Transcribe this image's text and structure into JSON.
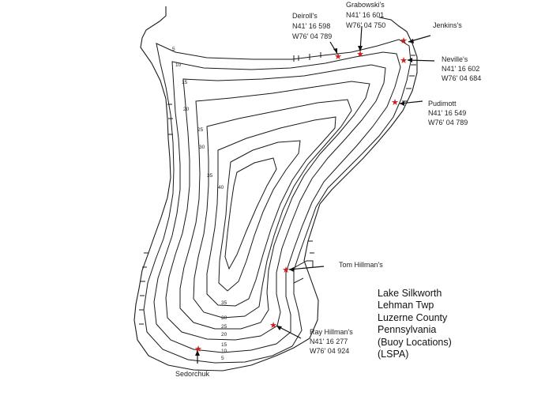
{
  "depth_labels": [
    "5",
    "10",
    "15",
    "20",
    "25",
    "30",
    "35",
    "40",
    "35",
    "30",
    "25",
    "20",
    "15",
    "10",
    "5"
  ],
  "buoys": [
    {
      "name": "Deiroll's",
      "coord_n": "N41' 16  598",
      "coord_w": "W76' 04  789"
    },
    {
      "name": "Grabowski's",
      "coord_n": "N41' 16  601",
      "coord_w": "W76' 04  750"
    },
    {
      "name": "Jenkins's"
    },
    {
      "name": "Neville's",
      "coord_n": "N41' 16 602",
      "coord_w": "W76' 04 684"
    },
    {
      "name": "Pudimott",
      "coord_n": "N41' 16  549",
      "coord_w": "W76' 04 789"
    },
    {
      "name": "Tom Hillman's"
    },
    {
      "name": "Ray Hillman's",
      "coord_n": "N41' 16  277",
      "coord_w": "W76' 04  924"
    },
    {
      "name": "Sedorchuk"
    }
  ],
  "info": {
    "line1": "Lake Silkworth",
    "line2": "Lehman Twp",
    "line3": "Luzerne County",
    "line4": "Pennsylvania",
    "line5": "(Buoy Locations)",
    "line6": "(LSPA)"
  },
  "colors": {
    "marker": "#cc1f1f",
    "line": "#1a1a1a"
  }
}
